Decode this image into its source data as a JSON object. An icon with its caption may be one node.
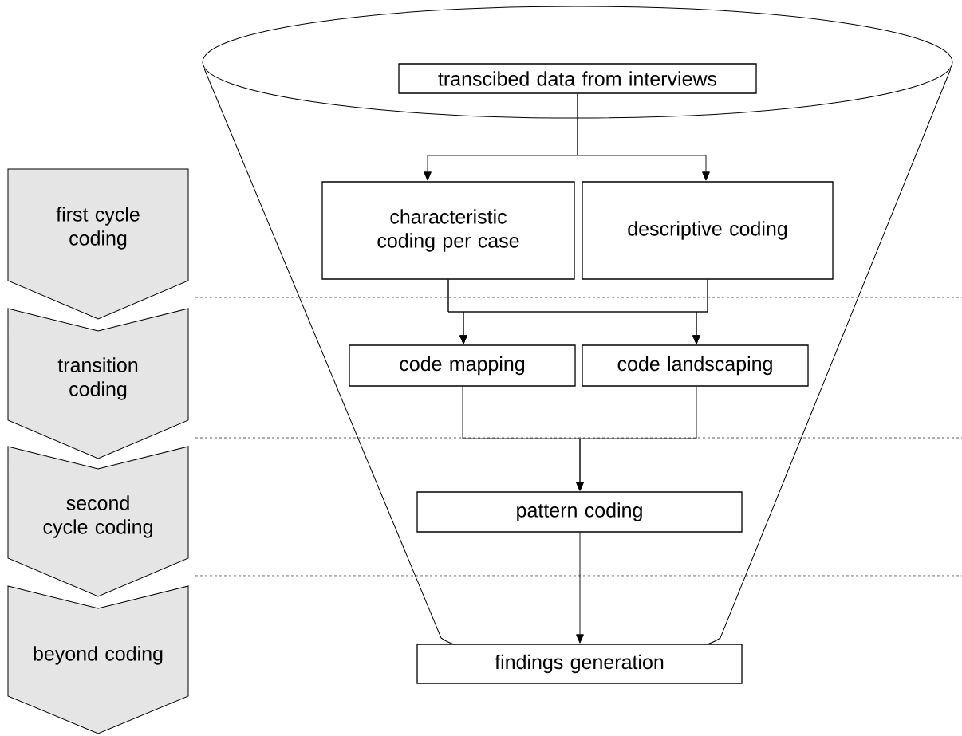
{
  "diagram": {
    "nodes": [
      {
        "text": [
          "first cycle coding"
        ]
      },
      {
        "text": [
          "transition coding"
        ]
      },
      {
        "text": [
          "second cycle coding"
        ]
      },
      {
        "text": [
          "beyond coding"
        ]
      },
      {
        "text": [
          "transcibed data from interviews"
        ]
      },
      {
        "text": [
          "characteristic coding per case"
        ]
      },
      {
        "text": [
          "descriptive coding"
        ]
      },
      {
        "text": [
          "code mapping"
        ]
      },
      {
        "text": [
          "code landscaping"
        ]
      },
      {
        "text": [
          "pattern coding"
        ]
      },
      {
        "text": [
          "findings generation"
        ]
      }
    ],
    "edges": [
      {
        "from": 4,
        "to": 5,
        "arrow": "to"
      },
      {
        "from": 4,
        "to": 6,
        "arrow": "to"
      },
      {
        "from": 5,
        "to": 7,
        "arrow": "to"
      },
      {
        "from": 5,
        "to": 8,
        "arrow": "to"
      },
      {
        "from": 6,
        "to": 7,
        "arrow": "to"
      },
      {
        "from": 6,
        "to": 8,
        "arrow": "to"
      },
      {
        "from": 7,
        "to": 9,
        "arrow": "to"
      },
      {
        "from": 8,
        "to": 9,
        "arrow": "to"
      },
      {
        "from": 9,
        "to": 10,
        "arrow": "to"
      }
    ]
  }
}
